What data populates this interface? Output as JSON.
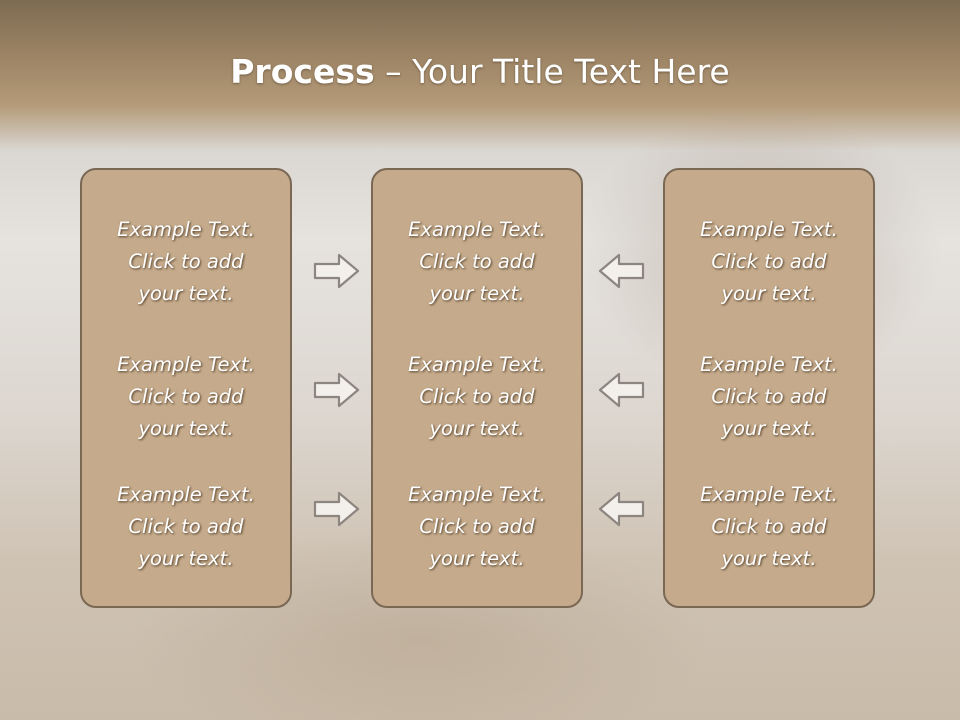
{
  "slide": {
    "title_bold": "Process",
    "title_rest": " – Your Title Text Here"
  },
  "columns": [
    {
      "items": [
        "Example Text.\nClick  to add\nyour text.",
        "Example Text.\nClick  to add\nyour text.",
        "Example Text.\nClick  to add\nyour text."
      ]
    },
    {
      "items": [
        "Example Text.\nClick  to add\nyour text.",
        "Example Text.\nClick  to add\nyour text.",
        "Example Text.\nClick  to add\nyour text."
      ]
    },
    {
      "items": [
        "Example Text.\nClick  to add\nyour text.",
        "Example Text.\nClick  to add\nyour text.",
        "Example Text.\nClick  to add\nyour text."
      ]
    }
  ],
  "arrows": {
    "left_column_direction": "right",
    "right_column_direction": "left",
    "icon": "outline-arrow-icon"
  },
  "colors": {
    "panel_fill": "#c5ab8c",
    "panel_border": "#7a6754",
    "title_band": "#9a8263",
    "text": "#ffffff"
  }
}
